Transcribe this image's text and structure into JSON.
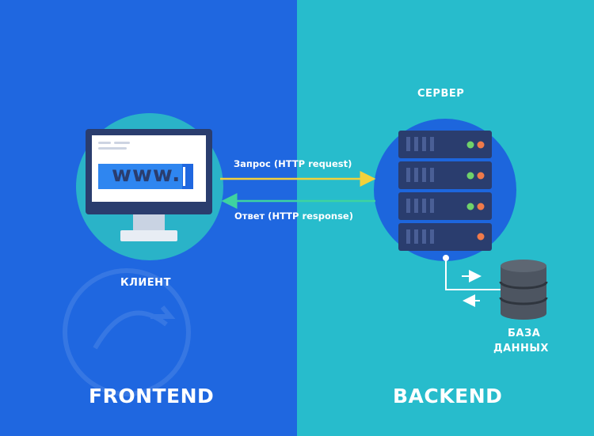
{
  "colors": {
    "frontend_bg": "#1f67e0",
    "backend_bg": "#27bccc",
    "circle_left": "#2ab3c8",
    "circle_right": "#1d66dd",
    "server_body": "#2a3d6e",
    "db_body": "#4d5561",
    "request_arrow": "#f2d13b",
    "response_arrow": "#3ed3a0"
  },
  "diagram": {
    "client": {
      "label": "КЛИЕНТ",
      "screen_text": "www."
    },
    "server": {
      "label": "СЕРВЕР"
    },
    "database": {
      "label_line1": "БАЗА",
      "label_line2": "ДАННЫХ"
    },
    "request": {
      "label": "Запрос (HTTP request)"
    },
    "response": {
      "label": "Ответ (HTTP response)"
    },
    "sections": {
      "frontend": "FRONTEND",
      "backend": "BACKEND"
    }
  }
}
